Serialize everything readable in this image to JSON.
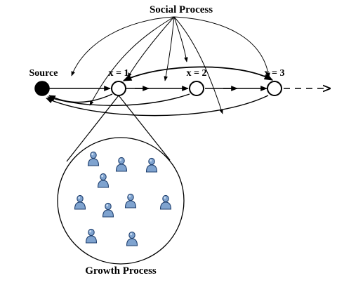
{
  "labels": {
    "social_process": "Social Process",
    "source": "Source",
    "node1": "x = 1",
    "node2": "x = 2",
    "node3": "x = 3",
    "growth_process": "Growth Process"
  },
  "colors": {
    "line": "#000000",
    "source_fill": "#000000",
    "node_fill": "#ffffff",
    "person_fill": "#7fa3cf",
    "person_stroke": "#1f3f6e",
    "person_highlight": "#c9dcf2"
  },
  "icons": {
    "person": "person-icon"
  },
  "people_count": 10
}
